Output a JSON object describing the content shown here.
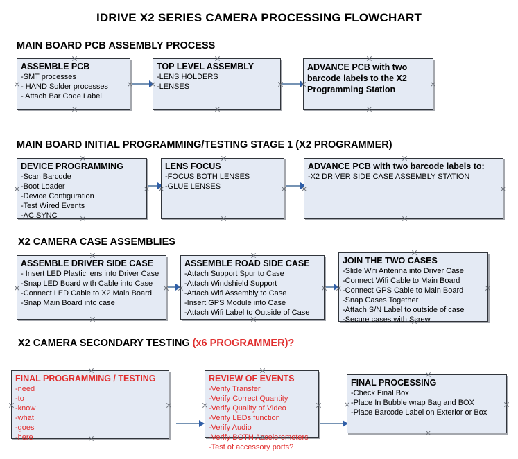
{
  "document": {
    "title": "IDRIVE X2  SERIES CAMERA PROCESSING FLOWCHART"
  },
  "sections": [
    {
      "id": "main-board-pcb-assembly-process",
      "heading": "MAIN BOARD PCB ASSEMBLY PROCESS",
      "heading_accent": "",
      "nodes": [
        {
          "id": "assemble-pcb",
          "title": "ASSEMBLE PCB",
          "lines": [
            "-SMT processes",
            "- HAND Solder processes",
            "- Attach Bar Code Label"
          ],
          "color": "black"
        },
        {
          "id": "top-level-assembly",
          "title": "TOP LEVEL ASSEMBLY",
          "lines": [
            "-LENS HOLDERS",
            "-LENSES"
          ],
          "color": "black"
        },
        {
          "id": "advance-pcb-to-x2-programming-station",
          "title": "ADVANCE PCB with two barcode labels to the  X2 Programming Station",
          "lines": [],
          "color": "black"
        }
      ]
    },
    {
      "id": "main-board-initial-programming-testing-stage-1",
      "heading": "MAIN BOARD INITIAL PROGRAMMING/TESTING STAGE 1 (X2 PROGRAMMER)",
      "heading_accent": "",
      "nodes": [
        {
          "id": "device-programming",
          "title": "DEVICE PROGRAMMING",
          "lines": [
            "-Scan Barcode",
            "-Boot Loader",
            "-Device Configuration",
            "-Test Wired Events",
            "-AC SYNC"
          ],
          "color": "black"
        },
        {
          "id": "lens-focus",
          "title": "LENS FOCUS",
          "lines": [
            "-FOCUS BOTH LENSES",
            "-GLUE LENSES"
          ],
          "color": "black"
        },
        {
          "id": "advance-pcb-to-driver-side-case-assembly-station",
          "title": "ADVANCE PCB with two barcode labels to:",
          "lines": [
            "-X2 DRIVER  SIDE  CASE  ASSEMBLY STATION"
          ],
          "color": "black"
        }
      ]
    },
    {
      "id": "x2-camera-case-assemblies",
      "heading": "X2 CAMERA CASE ASSEMBLIES",
      "heading_accent": "",
      "nodes": [
        {
          "id": "assemble-driver-side-case",
          "title": "ASSEMBLE DRIVER SIDE CASE",
          "lines": [
            "- Insert LED Plastic lens into Driver Case",
            "-Snap LED Board with Cable into Case",
            "-Connect LED Cable to X2 Main Board",
            "-Snap Main Board into case"
          ],
          "color": "black"
        },
        {
          "id": "assemble-road-side-case",
          "title": "ASSEMBLE ROAD SIDE CASE",
          "lines": [
            "-Attach Support Spur to Case",
            "-Attach Windshield Support",
            "-Attach Wifi Assembly to Case",
            "-Insert GPS Module into Case",
            "-Attach Wifi Label to Outside of Case"
          ],
          "color": "black"
        },
        {
          "id": "join-the-two-cases",
          "title": "JOIN THE TWO CASES",
          "lines": [
            "-Slide Wifi Antenna into Driver Case",
            "-Connect Wifi Cable to Main Board",
            "-Connect GPS Cable to Main Board",
            "-Snap Cases Together",
            "-Attach S/N Label to outside of case",
            "-Secure cases with Screw"
          ],
          "color": "black"
        }
      ]
    },
    {
      "id": "x2-camera-secondary-testing",
      "heading": "X2 CAMERA SECONDARY TESTING ",
      "heading_accent": "(x6 PROGRAMMER)?",
      "nodes": [
        {
          "id": "final-programming-testing",
          "title": "FINAL PROGRAMMING / TESTING",
          "lines": [
            "-need",
            "-to",
            "-know",
            "-what",
            "-goes",
            "-here"
          ],
          "color": "red"
        },
        {
          "id": "review-of-events",
          "title": "REVIEW OF EVENTS",
          "lines": [
            "-Verify Transfer",
            "-Verify Correct Quantity",
            "-Verify Quality of Video",
            "-Verify LEDs function",
            "-Verify Audio",
            "-Verify BOTH Accelerometers",
            "-Test of accessory ports?"
          ],
          "color": "red"
        },
        {
          "id": "final-processing",
          "title": "FINAL PROCESSING",
          "lines": [
            " -Check Final Box",
            "-Place In Bubble wrap Bag and BOX",
            "-Place Barcode Label on Exterior or Box"
          ],
          "color": "black"
        }
      ]
    }
  ],
  "style": {
    "node_fill": "#e4eaf4",
    "node_border": "#31353b",
    "connector": "#7693b4",
    "arrowhead": "#2f5fa8",
    "accent_text": "#e12d2d"
  }
}
